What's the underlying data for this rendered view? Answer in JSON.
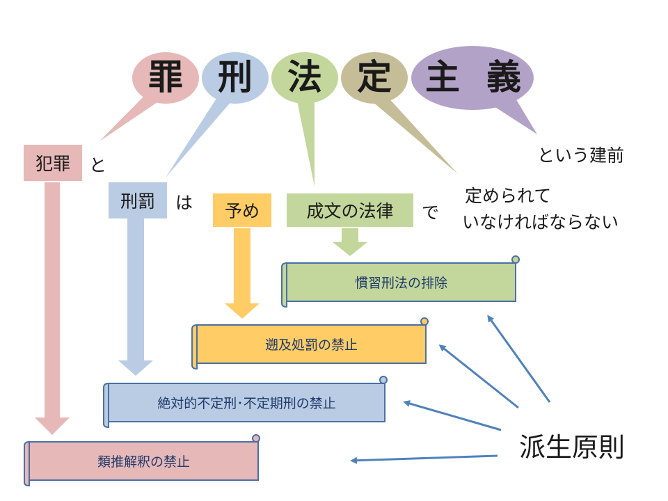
{
  "title_chars": [
    "罪",
    "刑",
    "法",
    "定",
    "主",
    "義"
  ],
  "conditions": {
    "crime": "犯罪",
    "crime_particle": "と",
    "penalty": "刑罰",
    "penalty_particle": "は",
    "advance": "予め",
    "statute": "成文の法律",
    "statute_particle": "で",
    "must_line1": "定められて",
    "must_line2": "いなければならない",
    "principle_note": "という建前"
  },
  "derived_label": "派生原則",
  "derived_principles": [
    "慣習刑法の排除",
    "遡及処罰の禁止",
    "絶対的不定刑･不定期刑の禁止",
    "類推解釈の禁止"
  ],
  "colors": {
    "pink": "#e6b8b7",
    "blue": "#b9cce4",
    "green": "#c3d69b",
    "tan": "#c4bd97",
    "purple": "#b3a2c7",
    "yellow": "#ffcc66",
    "arrow_blue": "#4f81bd",
    "scroll_border": "#4a6fa5"
  }
}
